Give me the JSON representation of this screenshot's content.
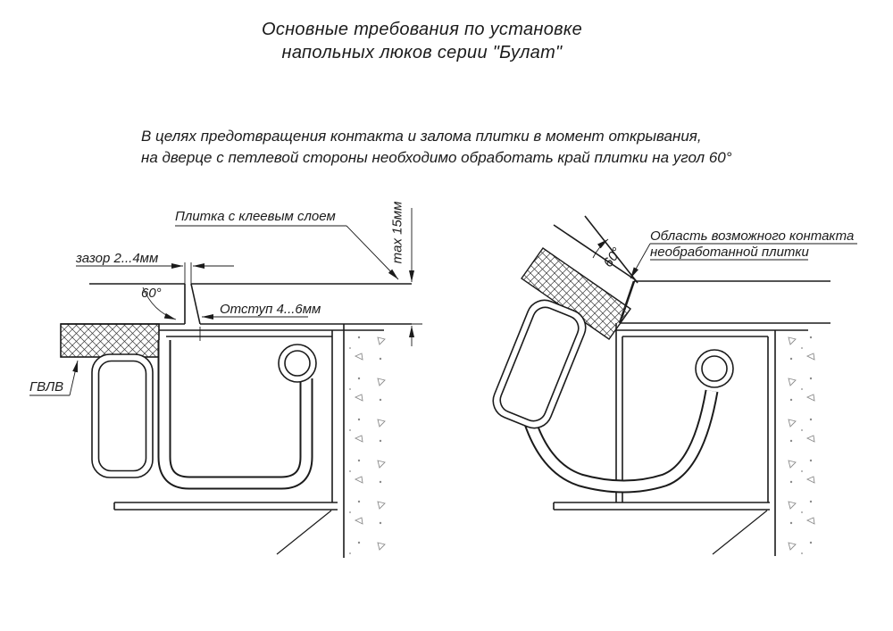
{
  "title": {
    "line1": "Основные требования по установке",
    "line2": "напольных люков серии \"Булат\""
  },
  "note": {
    "line1": "В целях предотвращения контакта и залома плитки в момент открывания,",
    "line2": "на дверце с петлевой стороны необходимо обработать край плитки на угол 60°"
  },
  "left": {
    "tile_label": "Плитка с клеевым слоем",
    "gap_label": "зазор 2...4мм",
    "angle_label": "60°",
    "offset_label": "Отступ 4...6мм",
    "max_label": "max 15мм",
    "gvl_label": "ГВЛВ"
  },
  "right": {
    "angle_label": "60°",
    "contact_line1": "Область возможного контакта",
    "contact_line2": "необработанной плитки"
  },
  "colors": {
    "line": "#1b1b1b",
    "concrete": "#8a8a8a"
  }
}
